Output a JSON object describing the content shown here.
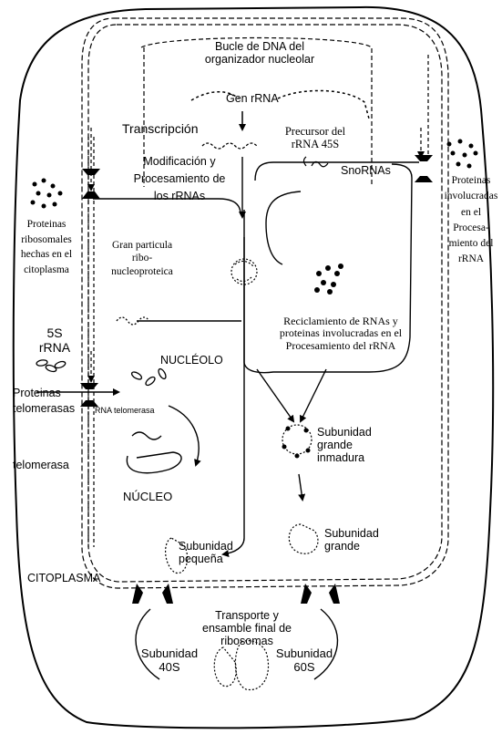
{
  "labels": {
    "nucleolar_loop_1": "Bucle de DNA del",
    "nucleolar_loop_2": "organizador nucleolar",
    "gene": "Gen rRNA",
    "transcription": "Transcripción",
    "precursor_1": "Precursor del",
    "precursor_2": "rRNA 45S",
    "snornas": "SnoRNAs",
    "modification_1": "Modificación y",
    "modification_2": "Procesamiento de",
    "modification_3": "los rRNAs",
    "left_proteins_1": "Proteinas",
    "left_proteins_2": "ribosomales",
    "left_proteins_3": "hechas en el",
    "left_proteins_4": "citoplasma",
    "large_particle_1": "Gran particula",
    "large_particle_2": "ribo-",
    "large_particle_3": "nucleoproteica",
    "right_proteins_1": "Proteinas",
    "right_proteins_2": "involucradas",
    "right_proteins_3": "en el",
    "right_proteins_4": "Procesa-",
    "right_proteins_5": "miento del",
    "right_proteins_6": "rRNA",
    "rrna5s_1": "5S",
    "rrna5s_2": "rRNA",
    "recycling_1": "Reciclamiento de RNAs y",
    "recycling_2": "proteinas involucradas en el",
    "recycling_3": "Procesamiento del rRNA",
    "nucleolus": "NUCLÉOLO",
    "telomerase_proteins_1": "Proteinas",
    "telomerase_proteins_2": "telomerasas",
    "telomerase_rna": "RNA telomerasa",
    "telomerase": "telomerasa",
    "immature_1": "Subunidad",
    "immature_2": "grande",
    "immature_3": "inmadura",
    "nucleus": "NÚCLEO",
    "small_subunit_1": "Subunidad",
    "small_subunit_2": "pequeña",
    "large_subunit_1": "Subunidad",
    "large_subunit_2": "grande",
    "cytoplasm": "CITOPLASMA",
    "transport_1": "Transporte y",
    "transport_2": "ensamble final de",
    "transport_3": "ribosomas",
    "sub40_1": "Subunidad",
    "sub40_2": "40S",
    "sub60_1": "Subunidad",
    "sub60_2": "60S"
  }
}
